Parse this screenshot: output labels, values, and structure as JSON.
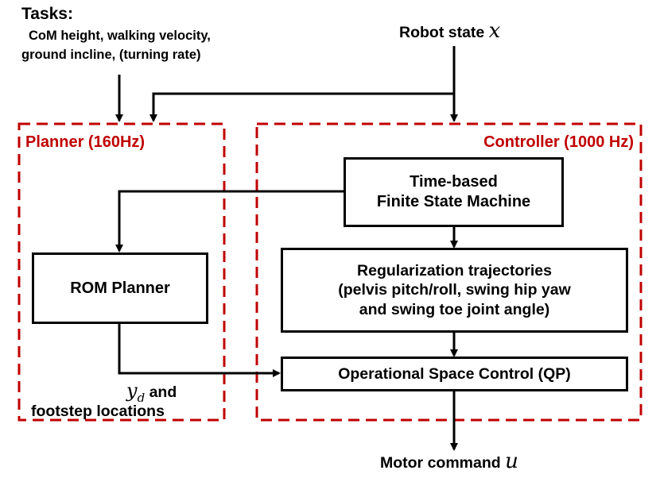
{
  "tasks": {
    "heading": "Tasks:",
    "line1": "CoM height, walking velocity,",
    "line2": "ground incline, (turning rate)"
  },
  "robot_state": {
    "label": "Robot state",
    "symbol": "x"
  },
  "planner": {
    "title": "Planner (160Hz)",
    "box_label": "ROM Planner"
  },
  "controller": {
    "title": "Controller (1000 Hz)"
  },
  "fsm": {
    "line1": "Time-based",
    "line2": "Finite State Machine"
  },
  "regularization": {
    "line1": "Regularization trajectories",
    "line2": "(pelvis pitch/roll, swing hip yaw",
    "line3": "and swing toe joint angle)"
  },
  "osc": {
    "label": "Operational Space Control (QP)"
  },
  "output_label": {
    "symbol": "y",
    "subscript": "d",
    "text": " and",
    "line2": "footstep locations"
  },
  "motor_command": {
    "label": "Motor command",
    "symbol": "u"
  },
  "colors": {
    "accent": "#c00000",
    "line": "#000000"
  }
}
